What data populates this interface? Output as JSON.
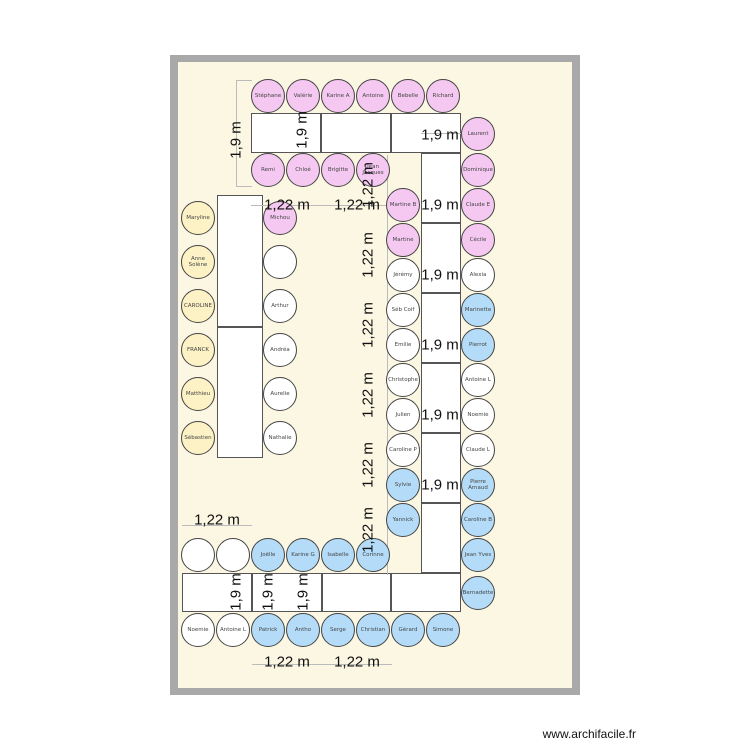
{
  "palette": {
    "pink": "#f4c8f1",
    "yellow": "#fcf2c6",
    "blue": "#b4dcf8",
    "white": "#ffffff",
    "background": "#fbf7e3",
    "frame": "#a9a9a9"
  },
  "seats": {
    "top_table_top": [
      {
        "name": "Stéphane",
        "group": "pink"
      },
      {
        "name": "Valérie",
        "group": "pink"
      },
      {
        "name": "Karine A",
        "group": "pink"
      },
      {
        "name": "Antoine",
        "group": "pink"
      },
      {
        "name": "Bebelle",
        "group": "pink"
      },
      {
        "name": "Richard",
        "group": "pink"
      }
    ],
    "top_table_bottom": [
      {
        "name": "Remi",
        "group": "pink"
      },
      {
        "name": "Chloé",
        "group": "pink"
      },
      {
        "name": "Brigitte",
        "group": "pink"
      },
      {
        "name": "Jean Jacques",
        "group": "pink"
      }
    ],
    "right_table_outer": [
      {
        "name": "Laurent",
        "group": "pink"
      },
      {
        "name": "Dominique",
        "group": "pink"
      },
      {
        "name": "Claude E",
        "group": "pink"
      },
      {
        "name": "Cécile",
        "group": "pink"
      },
      {
        "name": "Alexia",
        "group": "white"
      },
      {
        "name": "Marinette",
        "group": "blue"
      },
      {
        "name": "Pierrot",
        "group": "blue"
      },
      {
        "name": "Antoine L",
        "group": "white"
      },
      {
        "name": "Noemie",
        "group": "white"
      },
      {
        "name": "Claude L",
        "group": "white"
      },
      {
        "name": "Pierre Arnaud",
        "group": "blue"
      },
      {
        "name": "Caroline B",
        "group": "blue"
      },
      {
        "name": "Jean Yves",
        "group": "blue"
      },
      {
        "name": "Bernadette",
        "group": "blue"
      }
    ],
    "right_table_inner": [
      {
        "name": "Martine B",
        "group": "pink"
      },
      {
        "name": "Martine",
        "group": "pink"
      },
      {
        "name": "Jérémy",
        "group": "white"
      },
      {
        "name": "Séb Coif",
        "group": "white"
      },
      {
        "name": "Emilie",
        "group": "white"
      },
      {
        "name": "Christophe",
        "group": "white"
      },
      {
        "name": "Julien",
        "group": "white"
      },
      {
        "name": "Caroline P",
        "group": "white"
      },
      {
        "name": "Sylvie",
        "group": "blue"
      },
      {
        "name": "Yannick",
        "group": "blue"
      }
    ],
    "left_table_left": [
      {
        "name": "Maryline",
        "group": "yellow"
      },
      {
        "name": "Anne Solène",
        "group": "yellow"
      },
      {
        "name": "CAROLINE",
        "group": "yellow"
      },
      {
        "name": "FRANCK",
        "group": "yellow"
      },
      {
        "name": "Matthieu",
        "group": "yellow"
      },
      {
        "name": "Sébastien",
        "group": "yellow"
      }
    ],
    "left_table_right": [
      {
        "name": "Michou",
        "group": "pink"
      },
      {
        "name": "",
        "group": "white"
      },
      {
        "name": "Arthur",
        "group": "white"
      },
      {
        "name": "Andréa",
        "group": "white"
      },
      {
        "name": "Aurelie",
        "group": "white"
      },
      {
        "name": "Nathalie",
        "group": "white"
      }
    ],
    "bottom_table_top": [
      {
        "name": "",
        "group": "white"
      },
      {
        "name": "",
        "group": "white"
      },
      {
        "name": "Joëlle",
        "group": "blue"
      },
      {
        "name": "Karine G",
        "group": "blue"
      },
      {
        "name": "Isabelle",
        "group": "blue"
      },
      {
        "name": "Corinne",
        "group": "blue"
      }
    ],
    "bottom_table_bottom": [
      {
        "name": "Noemie",
        "group": "white"
      },
      {
        "name": "Antoine L",
        "group": "white"
      },
      {
        "name": "Patrick",
        "group": "blue"
      },
      {
        "name": "Antho",
        "group": "blue"
      },
      {
        "name": "Serge",
        "group": "blue"
      },
      {
        "name": "Christian",
        "group": "blue"
      },
      {
        "name": "Gérard",
        "group": "blue"
      },
      {
        "name": "Simone",
        "group": "blue"
      }
    ]
  },
  "dimensions": [
    "1,9 m",
    "1,9 m",
    "1,9 m",
    "1,22 m",
    "1,22 m",
    "1,22 m",
    "1,9 m",
    "1,22 m",
    "1,9 m",
    "1,22 m",
    "1,9 m",
    "1,22 m",
    "1,9 m",
    "1,22 m",
    "1,9 m",
    "1,22 m",
    "1,22 m",
    "1,9 m",
    "1,9 m",
    "1,9 m",
    "1,22 m",
    "1,22 m"
  ],
  "footer": "www.archifacile.fr"
}
